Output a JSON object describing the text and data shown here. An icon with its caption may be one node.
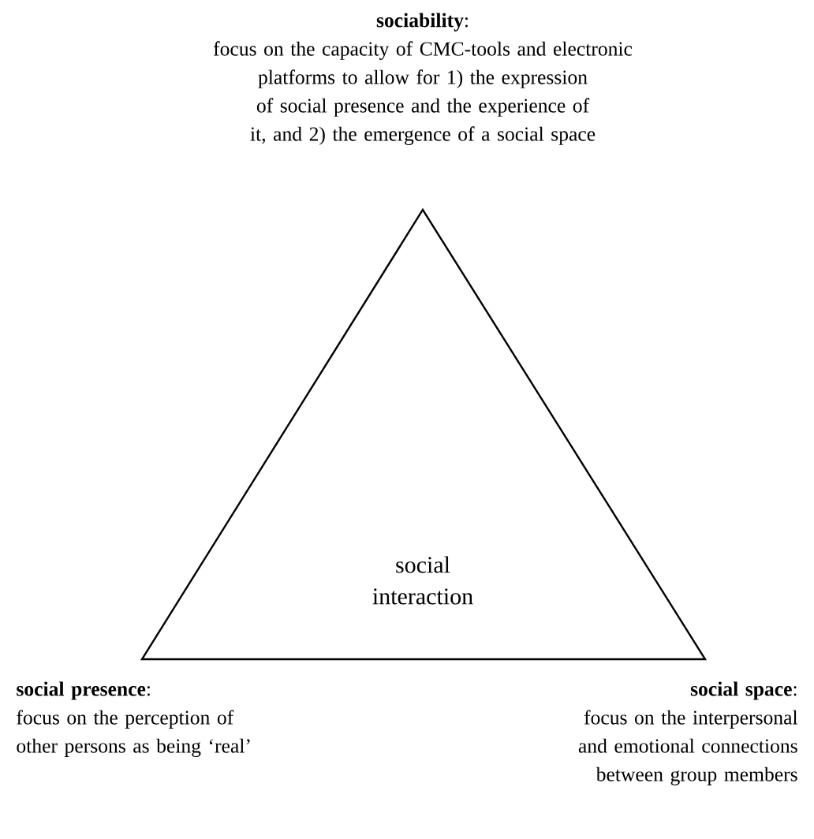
{
  "diagram": {
    "nodes": [
      {
        "text": [
          "social interaction"
        ]
      }
    ],
    "edges": [],
    "labels": [
      "**sociability**:",
      "focus on the capacity of CMC-tools and electronic platforms to allow for 1) the expression of social presence and the experience of it, and 2) the emergence of a social space",
      "**social presence**:",
      "focus on the perception of other persons as being ‘real’",
      "**social space**:",
      "focus on the interpersonal and emotional connections between group members"
    ]
  }
}
